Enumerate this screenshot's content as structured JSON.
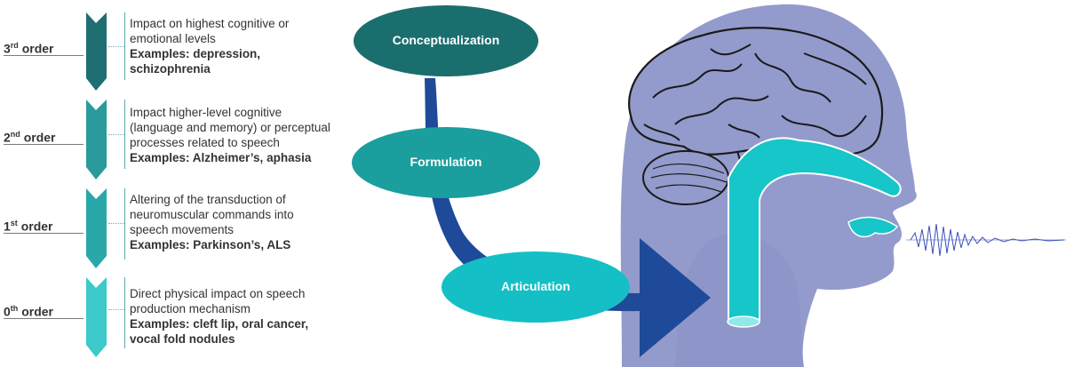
{
  "orders": [
    {
      "num": "3",
      "sup": "rd",
      "word": "order",
      "lines": [
        "Impact on highest cognitive or",
        "emotional levels"
      ],
      "examples": [
        "Examples: depression,",
        "schizophrenia"
      ]
    },
    {
      "num": "2",
      "sup": "nd",
      "word": "order",
      "lines": [
        "Impact higher-level cognitive",
        "(language and memory) or perceptual",
        "processes related to speech"
      ],
      "examples": [
        "Examples: Alzheimer’s, aphasia"
      ]
    },
    {
      "num": "1",
      "sup": "st",
      "word": "order",
      "lines": [
        "Altering of the transduction of",
        "neuromuscular commands into",
        "speech movements"
      ],
      "examples": [
        "Examples: Parkinson’s, ALS"
      ]
    },
    {
      "num": "0",
      "sup": "th",
      "word": "order",
      "lines": [
        "Direct physical impact on speech",
        "production mechanism"
      ],
      "examples": [
        "Examples: cleft lip, oral cancer,",
        "vocal fold nodules"
      ]
    }
  ],
  "stages": {
    "conceptualization": "Conceptualization",
    "formulation": "Formulation",
    "articulation": "Articulation"
  },
  "colors": {
    "chevron_3": "#1f6e72",
    "chevron_2": "#2a9a9c",
    "chevron_1": "#2aa7a8",
    "chevron_0": "#3cc9c9",
    "conceptualization": "#1b6e6e",
    "formulation": "#1a9e9e",
    "articulation": "#14bfc6",
    "arrow": "#1e4a99",
    "head": "#939bcc",
    "tract": "#16c6c8",
    "wave": "#3b4fb8"
  }
}
